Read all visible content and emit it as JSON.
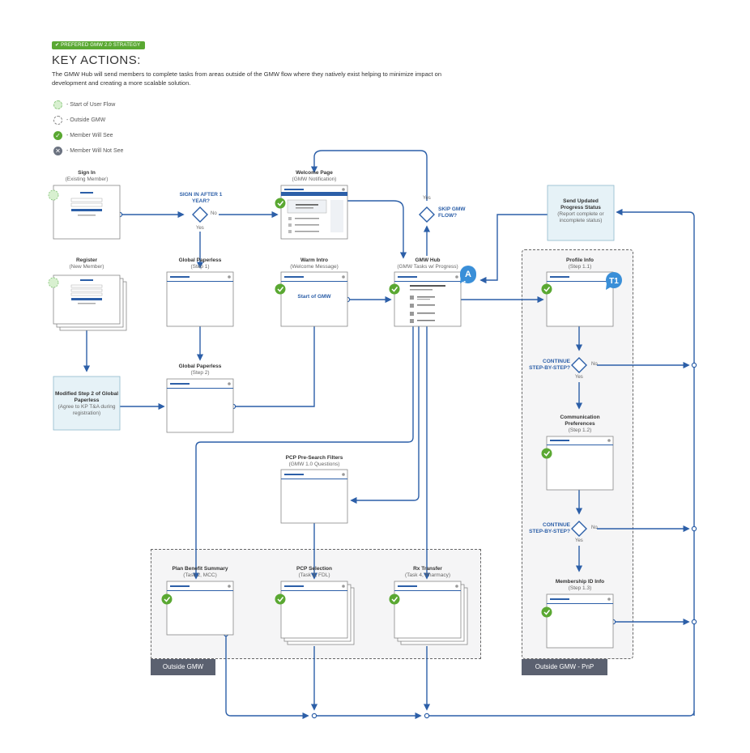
{
  "header": {
    "badge": "✔ PREFERED GMW 2.0 STRATEGY",
    "title": "KEY ACTIONS:",
    "description": "The GMW Hub will send members to complete tasks from areas outside of the GMW flow where they natively exist helping to minimize impact on development and creating a more scalable solution."
  },
  "legend": [
    {
      "icon": "start-flow-icon",
      "label": "- Start of User Flow"
    },
    {
      "icon": "outside-gmw-icon",
      "label": "- Outside GMW"
    },
    {
      "icon": "check-icon",
      "label": "- Member Will See"
    },
    {
      "icon": "x-icon",
      "label": "- Member Will Not See"
    }
  ],
  "nodes": {
    "signin": {
      "title": "Sign In",
      "sub": "(Existing Member)"
    },
    "register": {
      "title": "Register",
      "sub": "(New Member)"
    },
    "modified": {
      "text": "Modified Step 2 of Global Paperless",
      "sub": "(Agree to KP T&A during registration)"
    },
    "gp1": {
      "title": "Global Paperless",
      "sub": "(Step 1)"
    },
    "gp2": {
      "title": "Global Paperless",
      "sub": "(Step 2)"
    },
    "welcome": {
      "title": "Welcome Page",
      "sub": "(GMW Notification)"
    },
    "warm": {
      "title": "Warm Intro",
      "sub": "(Welcome Message)",
      "inner": "Start of GMW"
    },
    "hub": {
      "title": "GMW Hub",
      "sub": "(GMW Tasks w/ Progress)",
      "marker": "A"
    },
    "pcp_filters": {
      "title": "PCP Pre-Search Filters",
      "sub": "(GMW 1.0 Questions)"
    },
    "plan": {
      "title": "Plan Benefit Summary",
      "sub": "(Task 2, MCC)"
    },
    "pcp_sel": {
      "title": "PCP Selection",
      "sub": "(Task 3, FDL)"
    },
    "rx": {
      "title": "Rx Transfer",
      "sub": "(Task 4, Pharmacy)"
    },
    "send_status": {
      "title": "Send Updated Progress Status",
      "sub": "(Report complete or incomplete status)"
    },
    "profile": {
      "title": "Profile Info",
      "sub": "(Step 1.1)",
      "marker": "T1"
    },
    "comm": {
      "title": "Communication Preferences",
      "sub": "(Step 1.2)"
    },
    "member_id": {
      "title": "Membership ID Info",
      "sub": "(Step 1.3)"
    }
  },
  "decisions": {
    "signin_year": {
      "q": "SIGN IN AFTER 1 YEAR?",
      "no": "No",
      "yes": "Yes"
    },
    "skip": {
      "q": "SKIP GMW FLOW?",
      "yes": "Yes"
    },
    "continue1": {
      "q": "CONTINUE STEP-BY-STEP?",
      "no": "No",
      "yes": "Yes"
    },
    "continue2": {
      "q": "CONTINUE STEP-BY-STEP?",
      "no": "No",
      "yes": "Yes"
    }
  },
  "zones": {
    "outside_gmw": "Outside GMW",
    "outside_pnp": "Outside GMW - PnP"
  },
  "colors": {
    "flow": "#2c5fa8",
    "check": "#5aa832",
    "marker": "#3a8fd8",
    "zone_label": "#5b6170"
  }
}
